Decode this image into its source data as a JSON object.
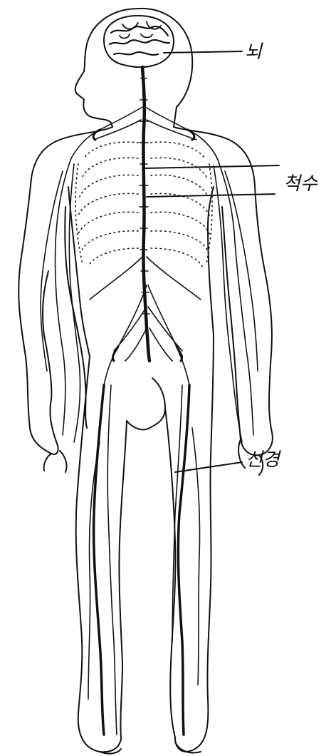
{
  "labels": {
    "brain": "뇌",
    "spinal_cord": "척수",
    "nerve": "신경"
  },
  "colors": {
    "line": "#111111",
    "background": "#ffffff"
  }
}
